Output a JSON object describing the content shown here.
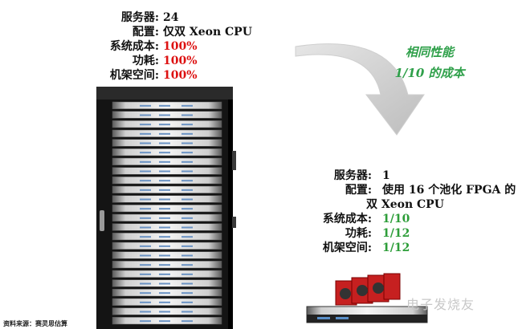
{
  "left_spec": {
    "rows": [
      {
        "label": "服务器:",
        "value": "24",
        "color": "#111111"
      },
      {
        "label": "配置:",
        "value": "仅双  Xeon CPU",
        "color": "#111111"
      },
      {
        "label": "系统成本:",
        "value": "100%",
        "color": "#dd1111"
      },
      {
        "label": "功耗:",
        "value": "100%",
        "color": "#dd1111"
      },
      {
        "label": "机架空间:",
        "value": "100%",
        "color": "#dd1111"
      }
    ]
  },
  "highlight": {
    "line1": "相同性能",
    "line2": "1/10 的成本",
    "color": "#2fa04a"
  },
  "right_spec": {
    "rows": [
      {
        "label": "服务器:",
        "value": "1",
        "color": "#111111"
      },
      {
        "label": "配置:",
        "value": "使用  16 个池化  FPGA 的",
        "value2": "双  Xeon CPU",
        "color": "#111111"
      },
      {
        "label": "系统成本:",
        "value": "1/10",
        "color": "#2e9e3a"
      },
      {
        "label": "功耗:",
        "value": "1/12",
        "color": "#2e9e3a"
      },
      {
        "label": "机架空间:",
        "value": "1/12",
        "color": "#2e9e3a"
      }
    ]
  },
  "source_note": "资料来源：赛灵思估算",
  "watermark": "电子发烧友",
  "rack": {
    "server_units": 24
  }
}
